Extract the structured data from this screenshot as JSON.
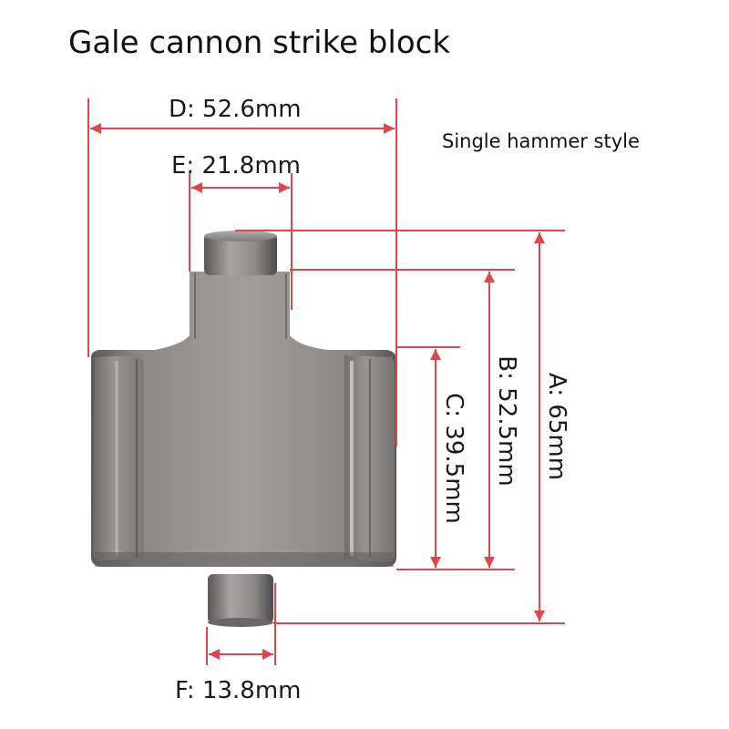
{
  "title": "Gale cannon strike block",
  "style_label": "Single hammer style",
  "dimensions": {
    "a": "A: 65mm",
    "b": "B: 52.5mm",
    "c": "C: 39.5mm",
    "d": "D: 52.6mm",
    "e": "E: 21.8mm",
    "f": "F: 13.8mm"
  },
  "colors": {
    "dimension_line": "#e0474c",
    "metal_light": "#9b9995",
    "metal_dark": "#4f4d4b"
  }
}
